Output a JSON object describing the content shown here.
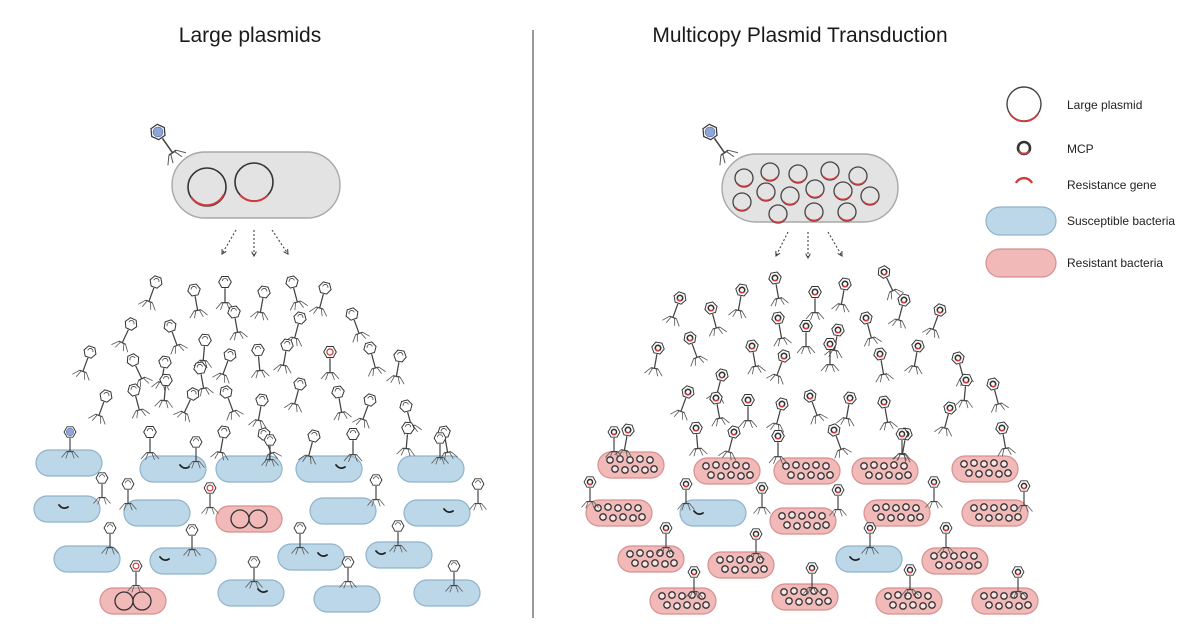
{
  "panels": {
    "left_title": "Large plasmids",
    "right_title": "Multicopy Plasmid Transduction"
  },
  "legend": {
    "items": [
      {
        "key": "large-plasmid",
        "label": "Large plasmid"
      },
      {
        "key": "mcp",
        "label": "MCP"
      },
      {
        "key": "resistance-gene",
        "label": "Resistance gene"
      },
      {
        "key": "susceptible",
        "label": "Susceptible bacteria"
      },
      {
        "key": "resistant",
        "label": "Resistant bacteria"
      }
    ]
  },
  "colors": {
    "susceptible_fill": "#bcd7e8",
    "susceptible_stroke": "#8fb3cc",
    "resistant_fill": "#f2b9b9",
    "resistant_stroke": "#d88f8f",
    "donor_fill": "#e3e3e3",
    "donor_stroke": "#a8a8a8",
    "resistance_gene": "#d23b3b",
    "phage_head_dna": "#8fa6d8",
    "divider": "#555555"
  }
}
